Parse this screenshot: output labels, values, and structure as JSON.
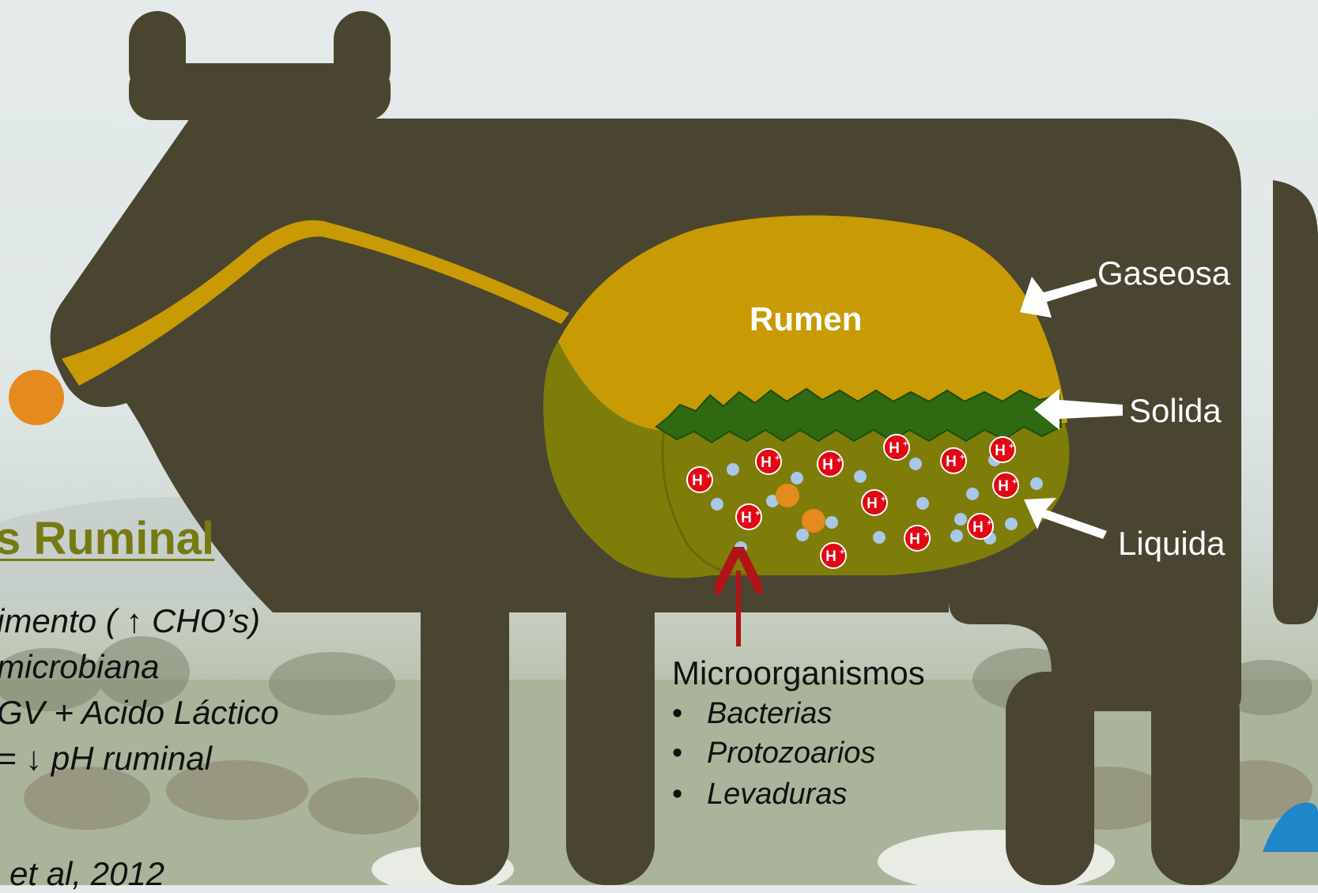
{
  "rumen_label": "Rumen",
  "layers": {
    "gaseous": "Gaseosa",
    "solid": "Solida",
    "liquid": "Liquida"
  },
  "proton_label": "H",
  "proton_superscript": "+",
  "microorganisms": {
    "title": "Microorganismos",
    "bullet": "•",
    "items": [
      "Bacterias",
      "Protozoarios",
      "Levaduras"
    ]
  },
  "left_panel": {
    "title": "s Ruminal",
    "lines": [
      "imento ( ↑ CHO’s)",
      "microbiana",
      "GV + Acido Láctico",
      "= ↓ pH ruminal"
    ],
    "citation": "et al, 2012"
  },
  "colors": {
    "cow_body": "#4a4530",
    "rumen_gas": "#c89a04",
    "rumen_liquid": "#7e7d0a",
    "solid_fiber": "#2f6a12",
    "proton": "#e30613",
    "particle": "#a9c8e8",
    "nose": "#e58a1f",
    "arrow_red": "#b01418",
    "title_olive": "#777a12"
  }
}
